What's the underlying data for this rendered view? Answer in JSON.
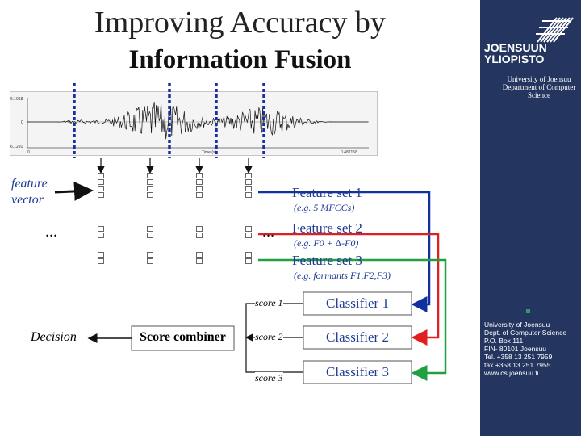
{
  "title_line1": "Improving Accuracy by",
  "title_line2": "Information Fusion",
  "logo": {
    "line1": "JOENSUUN",
    "line2": "YLIOPISTO"
  },
  "department": {
    "line1": "University of Joensuu",
    "line2": "Department of Computer Science"
  },
  "contact": {
    "line1": "University of Joensuu",
    "line2": "Dept. of Computer Science",
    "line3": "P.O. Box 111",
    "line4": "FIN- 80101 Joensuu",
    "line5": "Tel. +358 13 251 7959",
    "line6": "fax +358 13 251 7955",
    "line7": "www.cs.joensuu.fi"
  },
  "waveform": {
    "y_top": "6.1058",
    "y_mid": "0",
    "y_bot": "6.1291",
    "x_start": "0",
    "x_end": "0.482158",
    "x_label": "Time (s)"
  },
  "labels": {
    "feature_vector_1": "feature",
    "feature_vector_2": "vector",
    "ellipsis_left": "...",
    "ellipsis_right": "...",
    "feature_set_1": "Feature set 1",
    "feature_set_1_eg": "(e.g. 5 MFCCs)",
    "feature_set_2": "Feature set 2",
    "feature_set_2_eg": "(e.g. F0 + ∆-F0)",
    "feature_set_3": "Feature set 3",
    "feature_set_3_eg": "(e.g. formants F1,F2,F3)",
    "score_1": "score 1",
    "score_2": "score 2",
    "score_3": "score 3",
    "classifier_1": "Classifier 1",
    "classifier_2": "Classifier 2",
    "classifier_3": "Classifier 3",
    "score_combiner": "Score combiner",
    "decision": "Decision"
  },
  "colors": {
    "sidebar": "#24365f",
    "set1": "#1030a0",
    "set2": "#e02020",
    "set3": "#20a040",
    "frame_marker": "#1a2ea0"
  }
}
